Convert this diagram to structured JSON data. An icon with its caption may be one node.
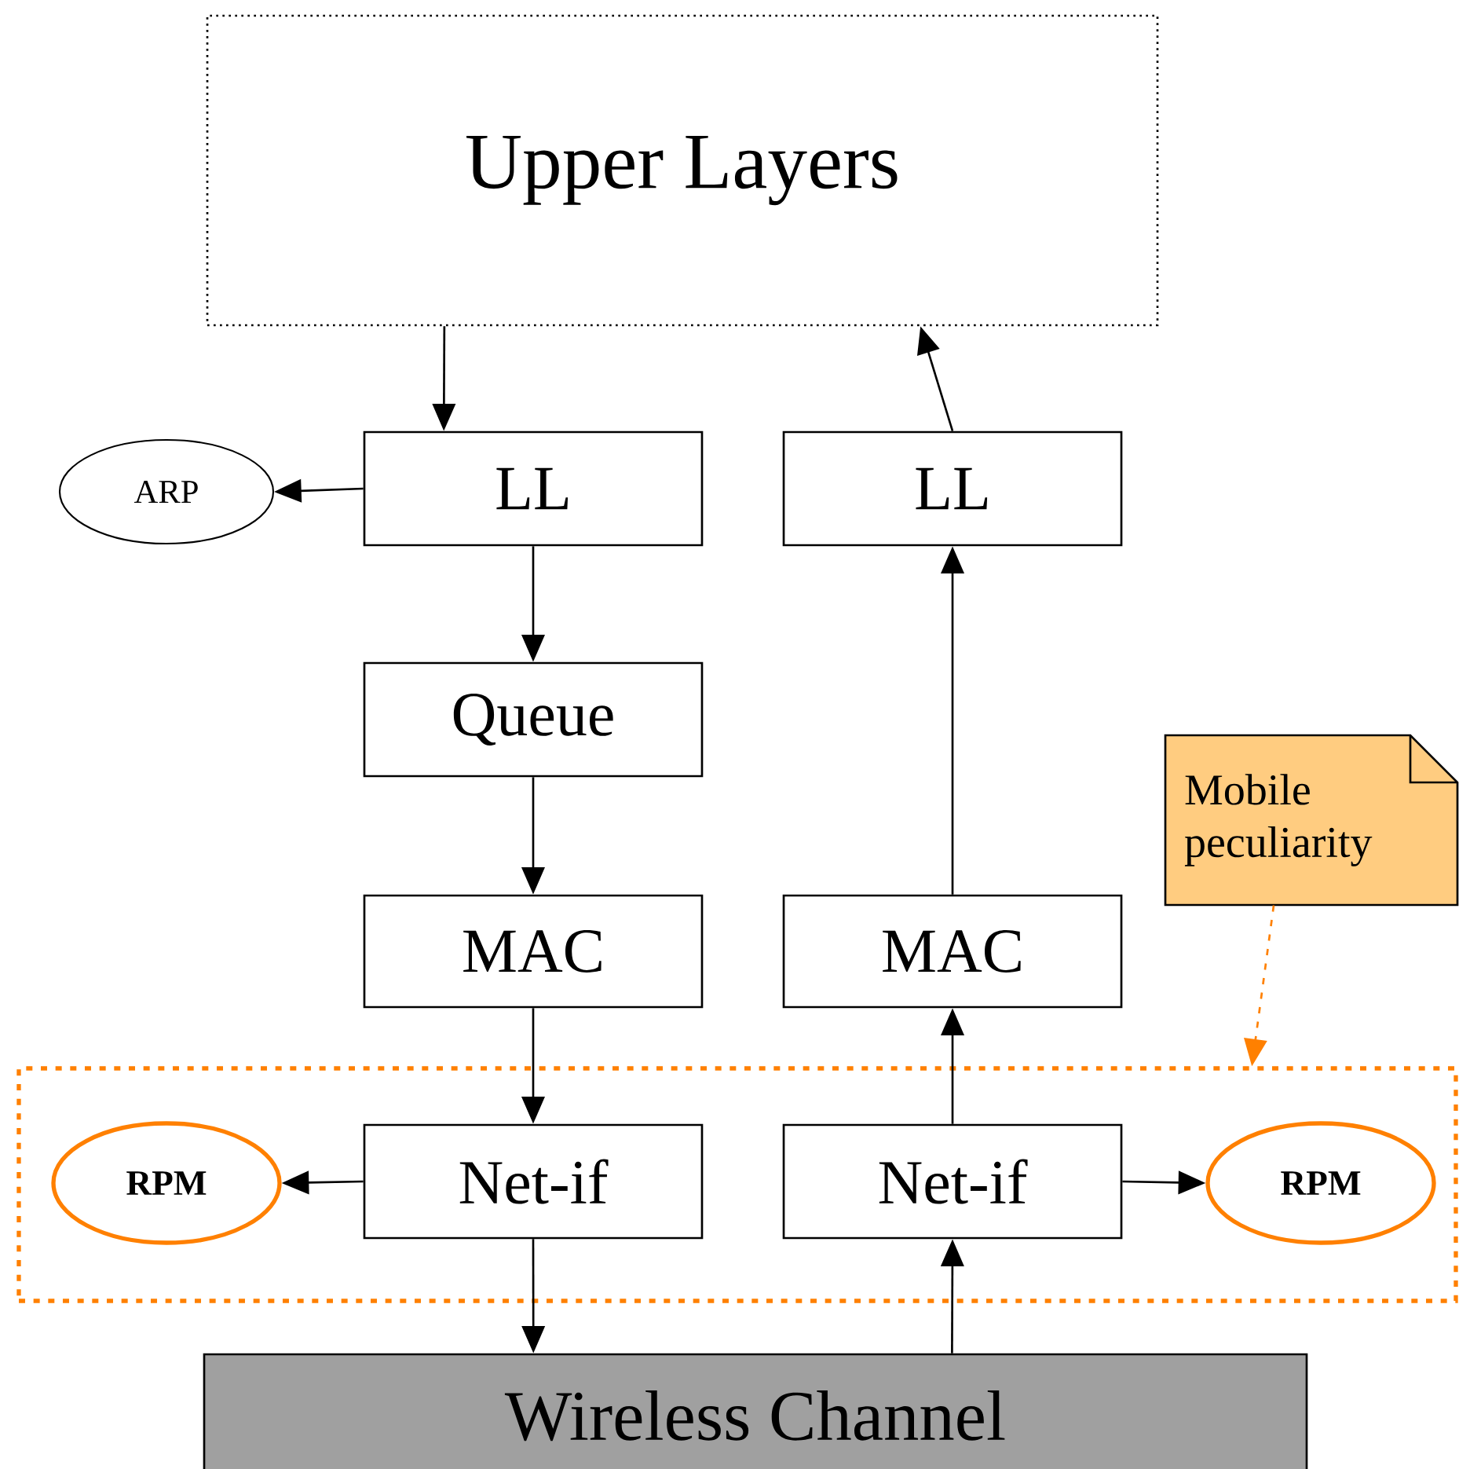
{
  "diagram": {
    "nodes": [
      {
        "text": [
          "Upper Layers"
        ]
      },
      {
        "text": [
          "LL"
        ]
      },
      {
        "text": [
          "ARP"
        ]
      },
      {
        "text": [
          "LL"
        ]
      },
      {
        "text": [
          "Queue"
        ]
      },
      {
        "text": [
          "Mobile peculiarity"
        ]
      },
      {
        "text": [
          "MAC"
        ]
      },
      {
        "text": [
          "MAC"
        ]
      },
      {
        "text": [],
        "shape": "box"
      },
      {
        "text": [
          "RPM"
        ],
        "in": 8
      },
      {
        "text": [
          "Net-if"
        ],
        "in": 8
      },
      {
        "text": [
          "Net-if"
        ],
        "in": 8
      },
      {
        "text": [
          "RPM"
        ],
        "in": 8
      },
      {
        "text": [
          "Wireless Channel"
        ]
      }
    ],
    "edges": [
      {
        "from": 0,
        "to": 1,
        "arrow": "to"
      },
      {
        "from": 1,
        "to": 2,
        "arrow": "to"
      },
      {
        "from": 1,
        "to": 4,
        "arrow": "to"
      },
      {
        "from": 4,
        "to": 6,
        "arrow": "to"
      },
      {
        "from": 6,
        "to": 10,
        "arrow": "to"
      },
      {
        "from": 10,
        "to": 9,
        "arrow": "to"
      },
      {
        "from": 10,
        "to": 13,
        "arrow": "to"
      },
      {
        "from": 13,
        "to": 11,
        "arrow": "to"
      },
      {
        "from": 11,
        "to": 7,
        "arrow": "to"
      },
      {
        "from": 11,
        "to": 12,
        "arrow": "to"
      },
      {
        "from": 7,
        "to": 3,
        "arrow": "to"
      },
      {
        "from": 3,
        "to": 0,
        "arrow": "to"
      },
      {
        "from": 5,
        "to": 8,
        "arrow": "to",
        "style": "dashed",
        "color": "#ff8000"
      }
    ]
  }
}
